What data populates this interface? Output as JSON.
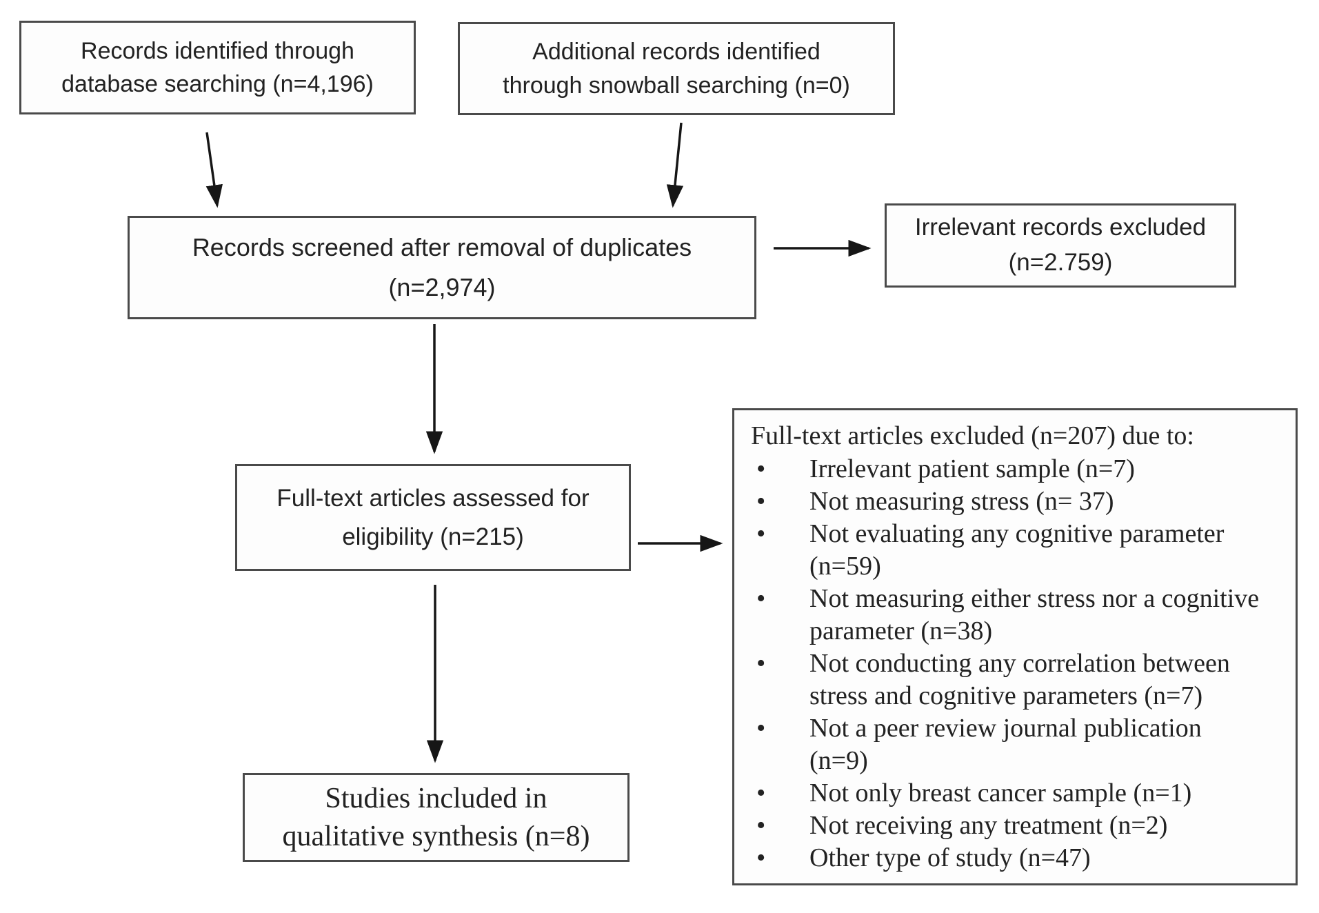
{
  "diagram": {
    "boxes": {
      "identified": {
        "lines": [
          "Records identified through",
          "database searching (n=4,196)"
        ]
      },
      "additional": {
        "lines": [
          "Additional records identified",
          "through snowball searching (n=0)"
        ]
      },
      "screened": {
        "lines": [
          "Records screened after removal of duplicates",
          "(n=2,974)"
        ]
      },
      "irrelevant": {
        "lines": [
          "Irrelevant records excluded",
          "(n=2.759)"
        ]
      },
      "fulltext": {
        "lines": [
          "Full-text articles assessed for",
          "eligibility (n=215)"
        ]
      },
      "included": {
        "lines": [
          "Studies included in",
          "qualitative synthesis (n=8)"
        ]
      },
      "excluded": {
        "header": "Full-text articles excluded (n=207) due to:",
        "bullet_glyph": "•",
        "items": [
          {
            "lines": [
              "Irrelevant patient sample (n=7)"
            ]
          },
          {
            "lines": [
              "Not measuring stress (n= 37)"
            ]
          },
          {
            "lines": [
              "Not evaluating any cognitive parameter",
              "(n=59)"
            ]
          },
          {
            "lines": [
              "Not measuring either stress nor a cognitive",
              "parameter (n=38)"
            ]
          },
          {
            "lines": [
              "Not conducting any correlation between",
              "stress and cognitive parameters (n=7)"
            ]
          },
          {
            "lines": [
              "Not a peer review journal publication",
              "(n=9)"
            ]
          },
          {
            "lines": [
              "Not only breast cancer sample (n=1)"
            ]
          },
          {
            "lines": [
              "Not receiving any treatment (n=2)"
            ]
          },
          {
            "lines": [
              "Other type of study (n=47)"
            ]
          }
        ]
      }
    },
    "colors": {
      "background": "#ffffff",
      "box_border": "#4a4a4a",
      "text": "#222222",
      "arrow": "#161616"
    }
  }
}
